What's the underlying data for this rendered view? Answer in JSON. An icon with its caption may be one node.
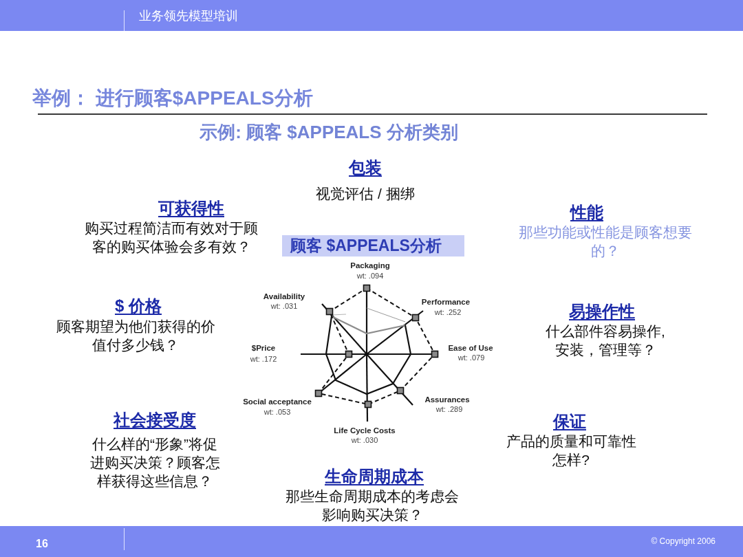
{
  "diagram": {
    "title": "举例： 进行顾客$APPEALS分析",
    "nodes": [
      {
        "text": [
          "顾客 $APPEALS分析"
        ]
      }
    ],
    "labels": [
      "业务领先模型培训",
      "示例: 顾客 $APPEALS 分析类别",
      "包装",
      "视觉评估 / 捆绑",
      "可获得性",
      "购买过程简洁而有效对于顾客的购买体验会多有效？",
      "性能",
      "那些功能或性能是顾客想要的？",
      "Packaging",
      "wt: .094",
      "Availability",
      "wt: .031",
      "Performance",
      "wt: .252",
      "$ 价格",
      "顾客期望为他们获得的价值付多少钱？",
      "易操作性",
      "什么部件容易操作,安装，管理等？",
      "$Price",
      "wt: .172",
      "Ease of Use",
      "wt: .079",
      "Social acceptance",
      "wt: .053",
      "Assurances",
      "wt: .289",
      "社会接受度",
      "什么样的“形象”将促进购买决策？顾客怎样获得这些信息？",
      "保证",
      "产品的质量和可靠性怎样?",
      "Life Cycle Costs",
      "wt: .030",
      "生命周期成本",
      "那些生命周期成本的考虑会影响购买决策？",
      "16",
      "© Copyright 2006"
    ]
  }
}
